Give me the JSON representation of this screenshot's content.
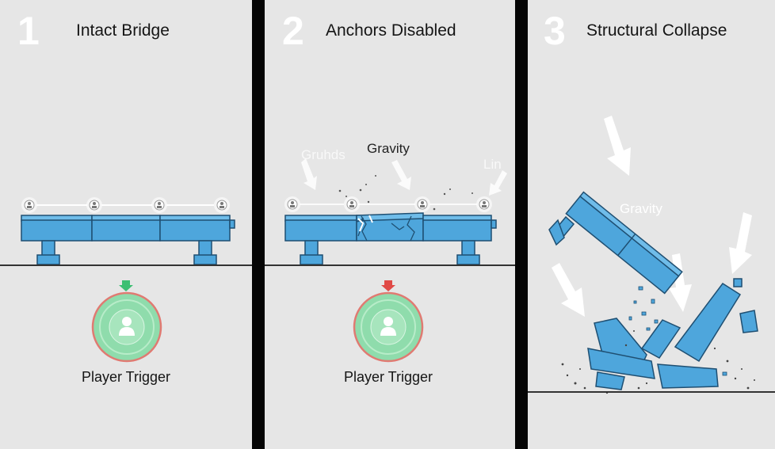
{
  "panels": [
    {
      "number": "1",
      "title": "Intact Bridge",
      "caption": "Player Trigger"
    },
    {
      "number": "2",
      "title": "Anchors Disabled",
      "caption": "Player Trigger",
      "labels": {
        "left": "Gruhds",
        "center": "Gravity",
        "right": "Lin"
      }
    },
    {
      "number": "3",
      "title": "Structural Collapse",
      "labels": {
        "gravity": "Gravity"
      }
    }
  ],
  "colors": {
    "panel_bg": "#e6e6e6",
    "bridge": "#4ea6dc",
    "bridge_stroke": "#1f4f72",
    "trigger_fill": "#8fdcac",
    "trigger_ring": "#e07a72",
    "arrow_green": "#3cbf72",
    "arrow_red": "#e04a46"
  },
  "icons": {
    "anchor": "person-pin-icon",
    "trigger": "person-icon",
    "indicator": "down-arrow-icon"
  }
}
